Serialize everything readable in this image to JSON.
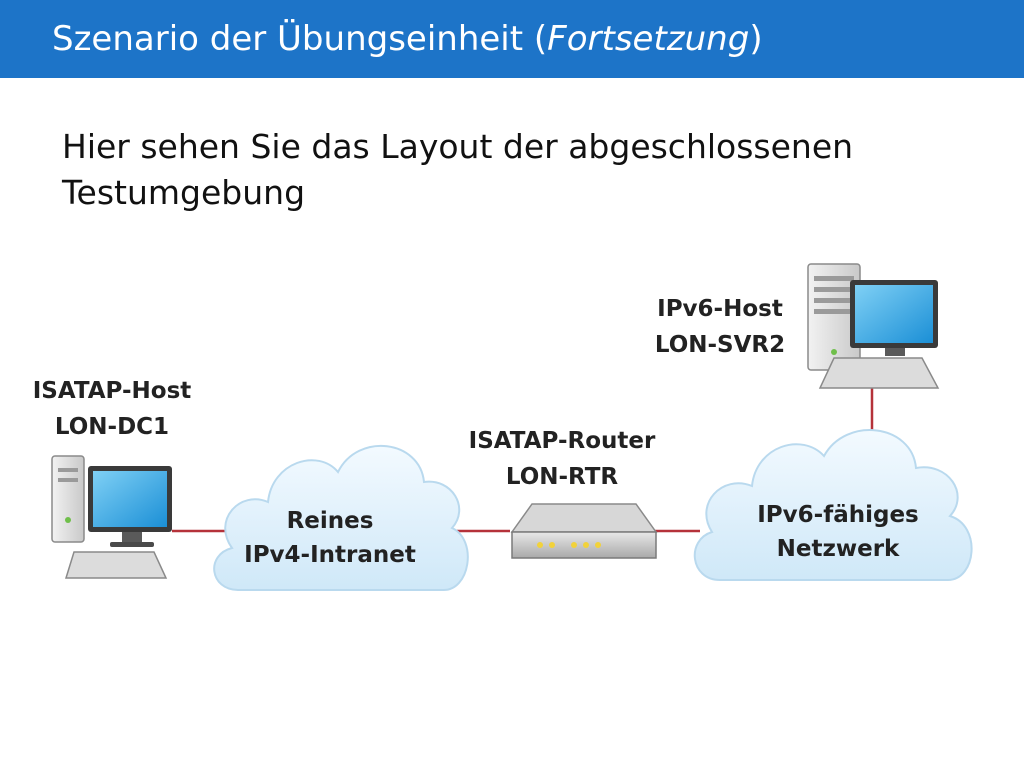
{
  "title": {
    "main": "Szenario der Übungseinheit (",
    "italic": "Fortsetzung",
    "close": ")"
  },
  "subtitle": {
    "line1": "Hier sehen Sie das Layout der abgeschlossenen",
    "line2": "Testumgebung"
  },
  "nodes": {
    "isatap_host": {
      "line1": "ISATAP-Host",
      "line2": "LON-DC1"
    },
    "ipv4_cloud": {
      "line1": "Reines",
      "line2": "IPv4-Intranet"
    },
    "isatap_router": {
      "line1": "ISATAP-Router",
      "line2": "LON-RTR"
    },
    "ipv6_cloud": {
      "line1": "IPv6-fähiges",
      "line2": "Netzwerk"
    },
    "ipv6_host": {
      "line1": "IPv6-Host",
      "line2": "LON-SVR2"
    }
  },
  "colors": {
    "title_bar": "#1d74c8",
    "link_line": "#b5323a",
    "cloud_fill": "#dff0fb",
    "screen": "#1e9fe0"
  }
}
